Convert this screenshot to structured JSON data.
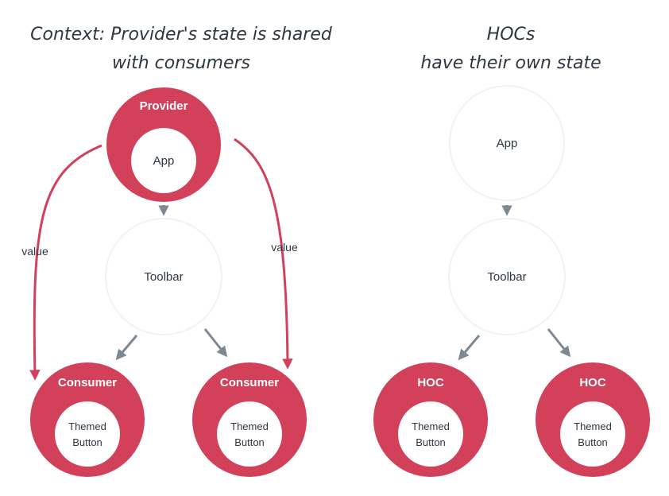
{
  "left": {
    "title_line1": "Context: Provider's state is shared",
    "title_line2": "with consumers",
    "provider_label": "Provider",
    "app_label": "App",
    "toolbar_label": "Toolbar",
    "consumer1_label": "Consumer",
    "consumer2_label": "Consumer",
    "themed_button_line1": "Themed",
    "themed_button_line2": "Button",
    "value_label_left": "value",
    "value_label_right": "value"
  },
  "right": {
    "title_line1": "HOCs",
    "title_line2": "have their own state",
    "app_label": "App",
    "toolbar_label": "Toolbar",
    "hoc1_label": "HOC",
    "hoc2_label": "HOC",
    "themed_button_line1": "Themed",
    "themed_button_line2": "Button"
  },
  "colors": {
    "accent": "#d2405a",
    "arrow_gray": "#7d8896",
    "node_fill": "#ffffff",
    "node_shadow": "#eef0f2",
    "text": "#2f3742"
  }
}
